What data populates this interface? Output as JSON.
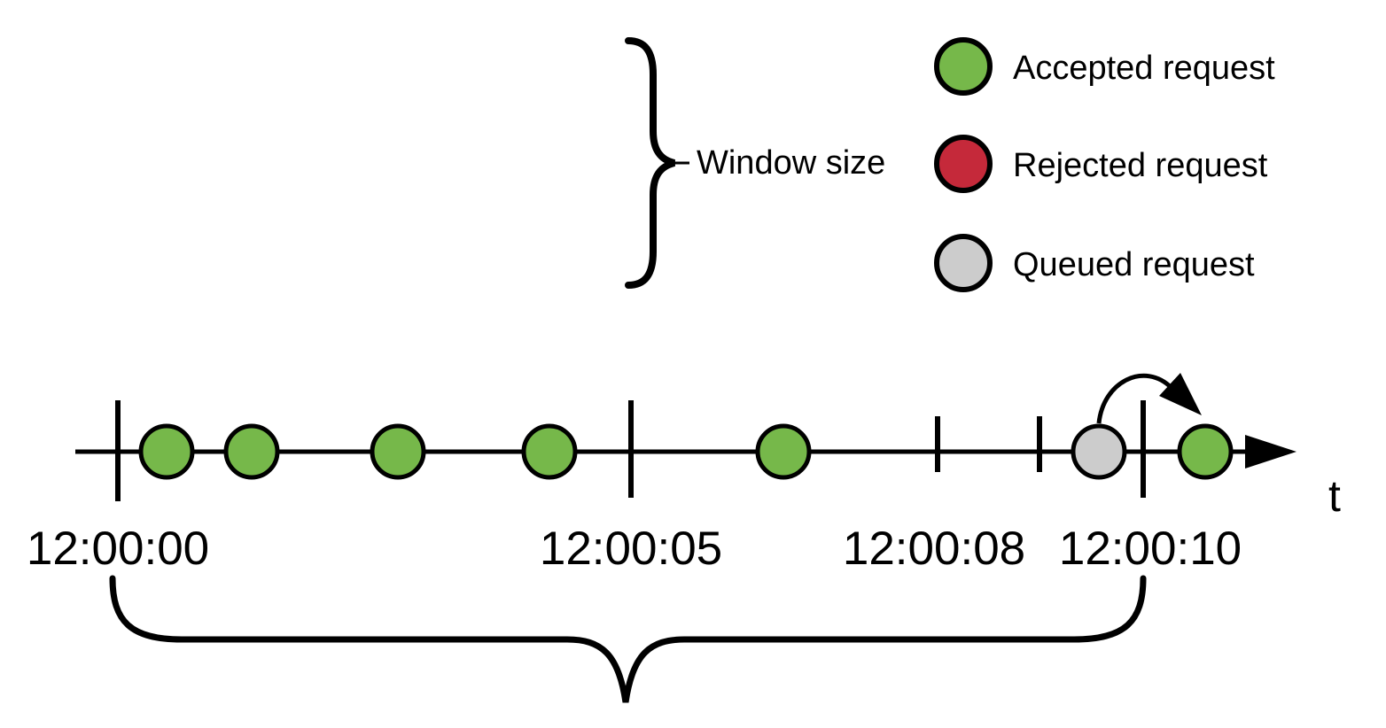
{
  "window_annotation": {
    "label": "Window size"
  },
  "legend": {
    "items": [
      {
        "name": "accepted",
        "label": "Accepted request",
        "color": "#76b84a"
      },
      {
        "name": "rejected",
        "label": "Rejected request",
        "color": "#c5293a"
      },
      {
        "name": "queued",
        "label": "Queued request",
        "color": "#cccccc"
      }
    ]
  },
  "timeline": {
    "axis_label": "t",
    "tick_labels": [
      "12:00:00",
      "12:00:05",
      "12:00:08",
      "12:00:10"
    ],
    "requests": [
      "accepted",
      "accepted",
      "accepted",
      "accepted",
      "accepted",
      "queued",
      "accepted"
    ]
  },
  "colors": {
    "stroke": "#000000",
    "background": "#ffffff"
  }
}
